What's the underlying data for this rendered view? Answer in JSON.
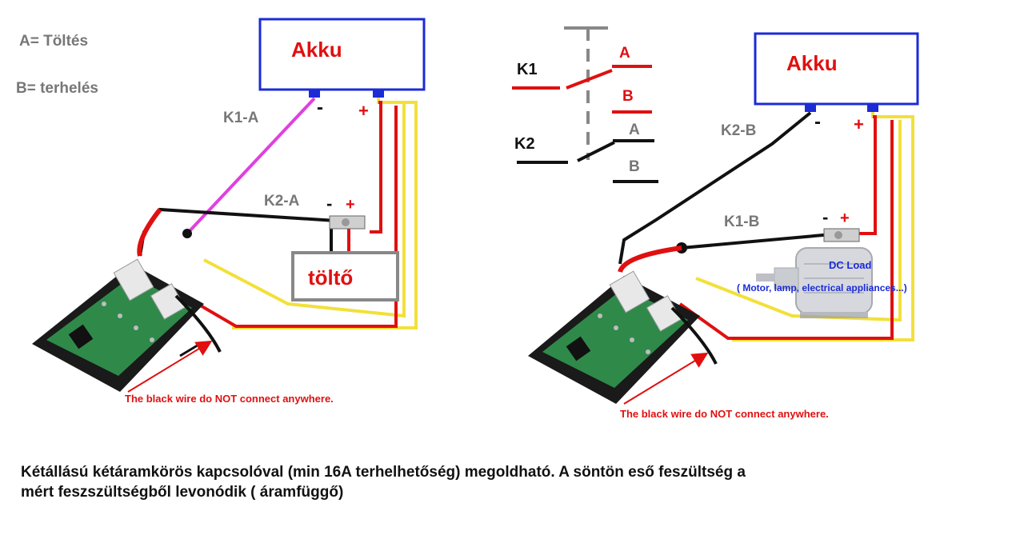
{
  "legend": {
    "a": "A= Töltés",
    "b": "B= terhelés"
  },
  "left_circuit": {
    "battery": "Akku",
    "minus": "-",
    "plus": "+",
    "wire_k1a": "K1-A",
    "wire_k2a": "K2-A",
    "charger": "töltő",
    "note": "The black wire do NOT connect anywhere."
  },
  "switch": {
    "k1": "K1",
    "k2": "K2",
    "pos_a": "A",
    "pos_b": "B"
  },
  "right_circuit": {
    "battery": "Akku",
    "minus": "-",
    "plus": "+",
    "wire_k2b": "K2-B",
    "wire_k1b": "K1-B",
    "load_title": "DC Load",
    "load_desc": "( Motor, lamp, electrical appliances...)",
    "note": "The black wire do NOT connect anywhere."
  },
  "caption": {
    "line1": "Kétállású kétáramkörös kapcsolóval (min 16A terhelhetőség) megoldható. A söntön eső feszültség a",
    "line2": "mért feszszültségből levonódik ( áramfüggő)"
  },
  "colors": {
    "battery_border": "#1b2bd6",
    "accent_red": "#e01010",
    "wire_magenta": "#e040e0",
    "wire_yellow": "#f2e03a",
    "label_gray": "#777777",
    "pcb_green": "#2f8a4a"
  }
}
